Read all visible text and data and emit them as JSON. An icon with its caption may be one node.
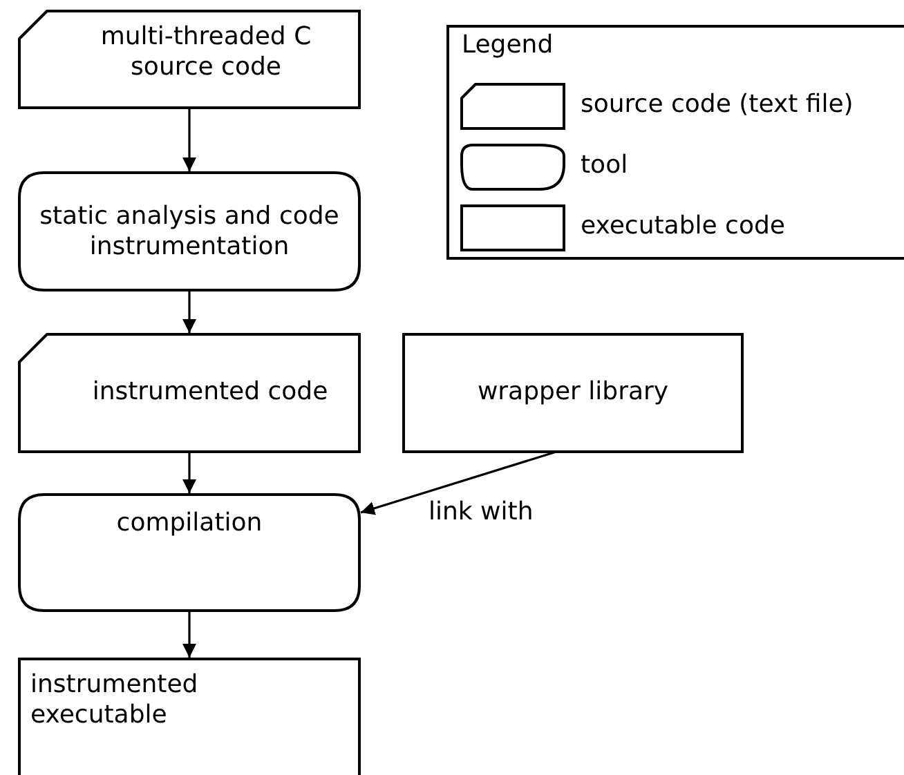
{
  "diagram": {
    "nodes": [
      {
        "text": [
          "multi-threaded C source code"
        ]
      },
      {
        "text": [
          "static analysis and code instrumentation"
        ]
      },
      {
        "text": [
          "instrumented code"
        ]
      },
      {
        "text": [
          "wrapper library"
        ]
      },
      {
        "text": [
          "compilation"
        ]
      },
      {
        "text": [
          "instrumented executable"
        ]
      }
    ],
    "edges": [
      {
        "from": 0,
        "to": 1,
        "arrow": "to"
      },
      {
        "from": 1,
        "to": 2,
        "arrow": "to"
      },
      {
        "from": 2,
        "to": 4,
        "arrow": "to"
      },
      {
        "from": 3,
        "to": 4,
        "arrow": "to",
        "label": "link with"
      },
      {
        "from": 4,
        "to": 5,
        "arrow": "to"
      }
    ],
    "labels": [
      "Legend"
    ],
    "legend": [
      {
        "text": "source code (text file)"
      },
      {
        "text": "tool"
      },
      {
        "text": "executable code"
      }
    ]
  }
}
